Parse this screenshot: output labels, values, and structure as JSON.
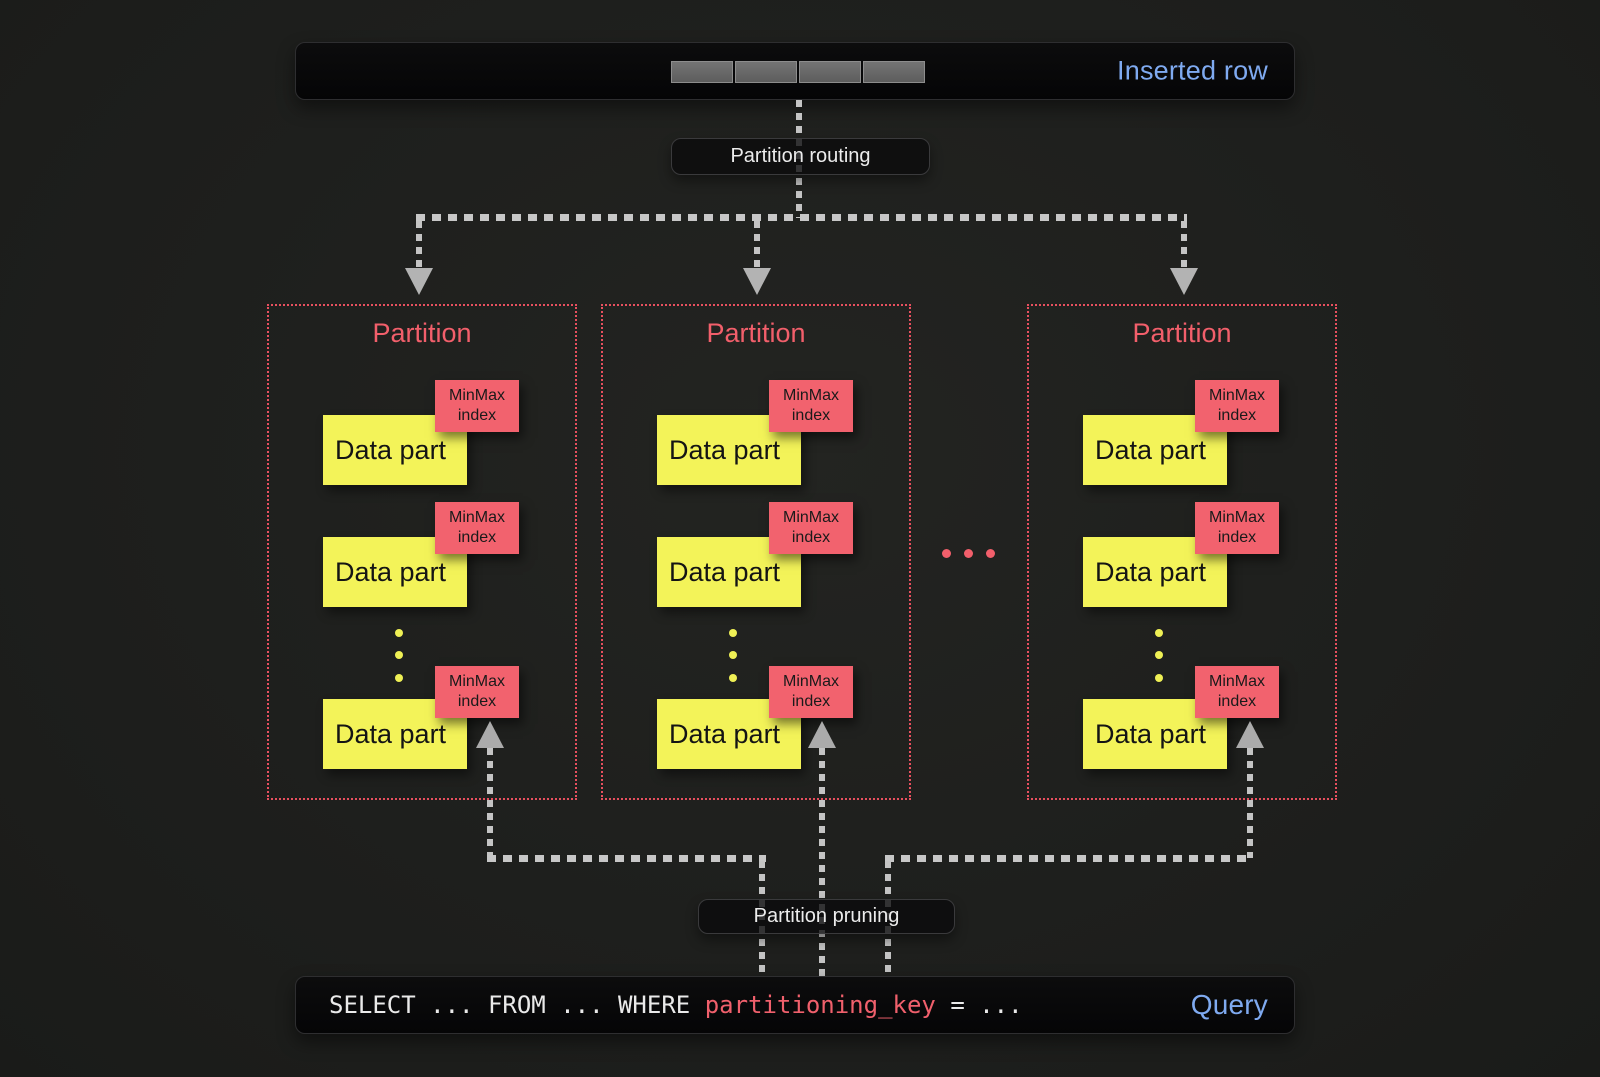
{
  "inserted_row_bar": {
    "label": "Inserted row",
    "segment_count": 4
  },
  "routing_pill": {
    "label": "Partition routing"
  },
  "pruning_pill": {
    "label": "Partition pruning"
  },
  "partition": {
    "title": "Partition",
    "data_part": "Data part",
    "minmax": "MinMax index"
  },
  "query_bar": {
    "sql_prefix": "SELECT ... FROM ... WHERE ",
    "sql_key": "partitioning_key",
    "sql_suffix": " = ...",
    "label": "Query"
  },
  "icons": {
    "row_segments": "segmented-row-bar",
    "down_arrows": "arrow-down-icon",
    "up_arrows": "arrow-up-icon",
    "more_partitions": "ellipsis-dots",
    "more_data_parts": "vertical-ellipsis-dots"
  },
  "colors": {
    "background": "#1e1f1d",
    "bar_background": "#070708",
    "accent_blue": "#7faaf0",
    "accent_red": "#f25f6b",
    "data_part_yellow": "#f3f359",
    "minmax_pink": "#f2626e",
    "connector_gray": "#c4c4c4"
  }
}
